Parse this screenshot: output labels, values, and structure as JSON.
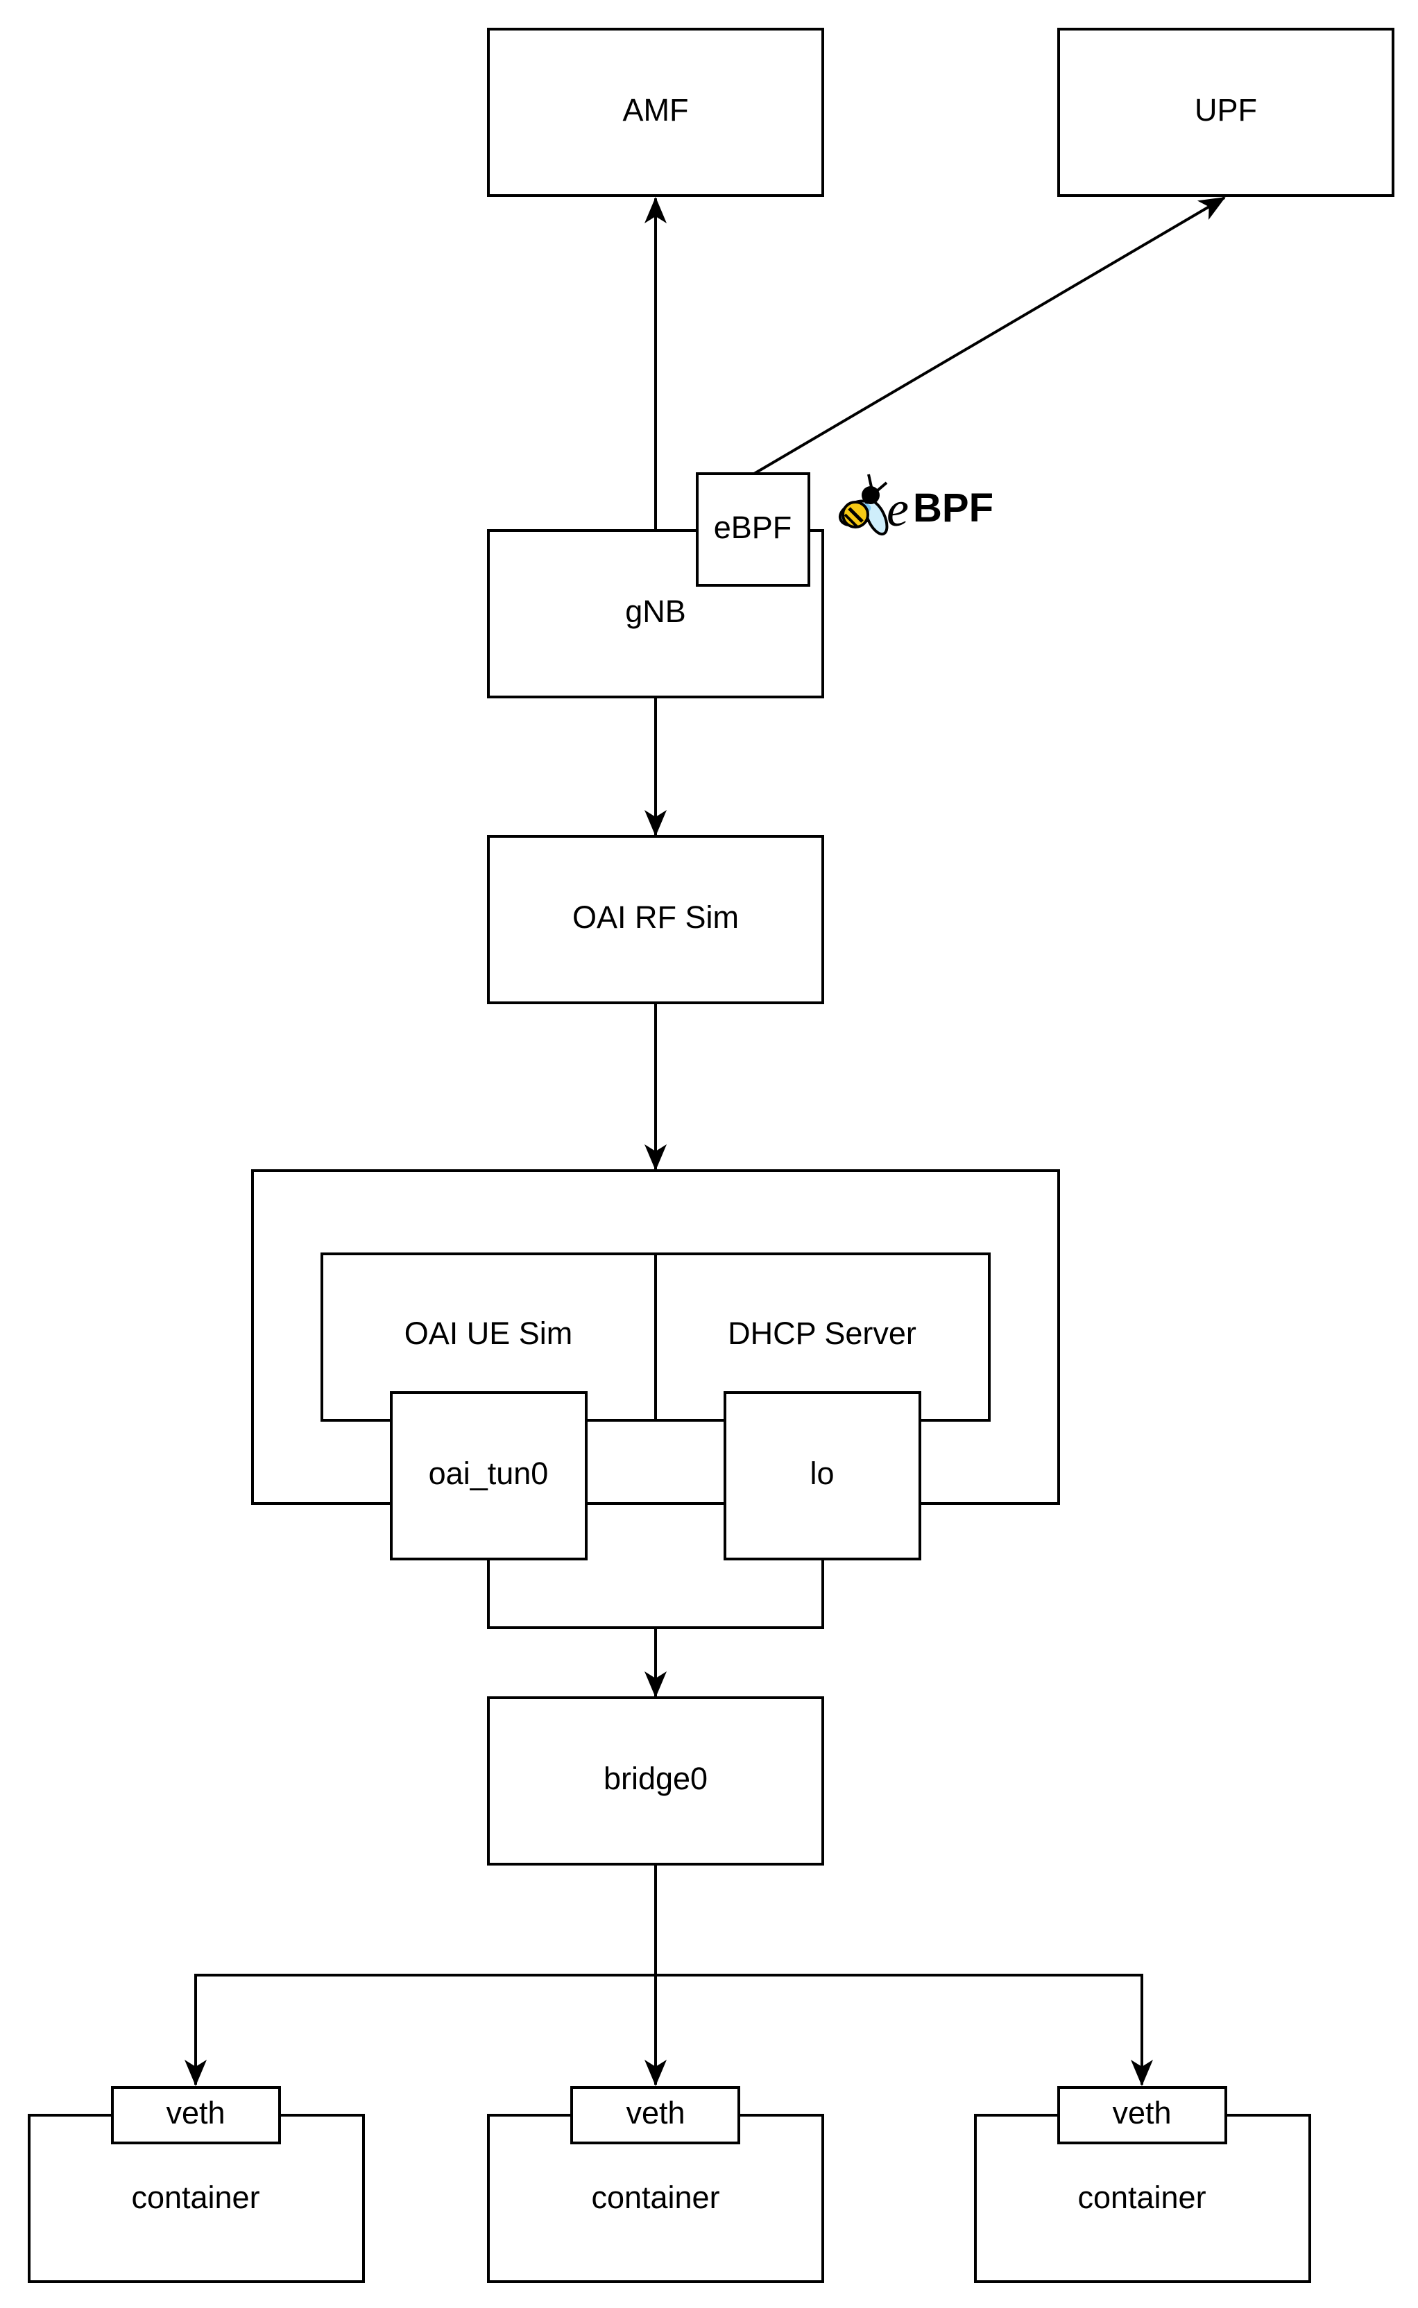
{
  "nodes": {
    "amf": "AMF",
    "upf": "UPF",
    "ebpf": "eBPF",
    "gnb": "gNB",
    "rfsim": "OAI RF Sim",
    "uesim": "OAI UE Sim",
    "dhcp": "DHCP Server",
    "oai_tun0": "oai_tun0",
    "lo": "lo",
    "bridge0": "bridge0",
    "veth1": "veth",
    "veth2": "veth",
    "veth3": "veth",
    "container1": "container",
    "container2": "container",
    "container3": "container"
  },
  "logo": {
    "name": "bee-icon",
    "text_e": "e",
    "text_bpf": "BPF"
  }
}
